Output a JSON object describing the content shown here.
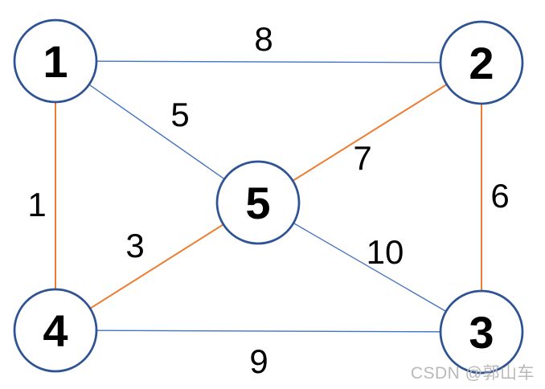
{
  "diagram": {
    "type": "weighted-undirected-graph",
    "nodes": [
      {
        "label": "1"
      },
      {
        "label": "2"
      },
      {
        "label": "3"
      },
      {
        "label": "4"
      },
      {
        "label": "5"
      }
    ],
    "edges": [
      {
        "from": "1",
        "to": "2",
        "weight": "8",
        "color": "blue"
      },
      {
        "from": "1",
        "to": "5",
        "weight": "5",
        "color": "blue"
      },
      {
        "from": "1",
        "to": "4",
        "weight": "1",
        "color": "orange"
      },
      {
        "from": "2",
        "to": "5",
        "weight": "7",
        "color": "orange"
      },
      {
        "from": "2",
        "to": "3",
        "weight": "6",
        "color": "orange"
      },
      {
        "from": "4",
        "to": "5",
        "weight": "3",
        "color": "orange"
      },
      {
        "from": "5",
        "to": "3",
        "weight": "10",
        "color": "blue"
      },
      {
        "from": "4",
        "to": "3",
        "weight": "9",
        "color": "blue"
      }
    ]
  },
  "colors": {
    "node_border": "#2e5395",
    "edge_blue": "#4472c4",
    "edge_orange": "#ed7d31",
    "label_text": "#000000",
    "watermark_text": "#b9b9b9"
  },
  "watermark": {
    "text": "CSDN @郭山车"
  }
}
